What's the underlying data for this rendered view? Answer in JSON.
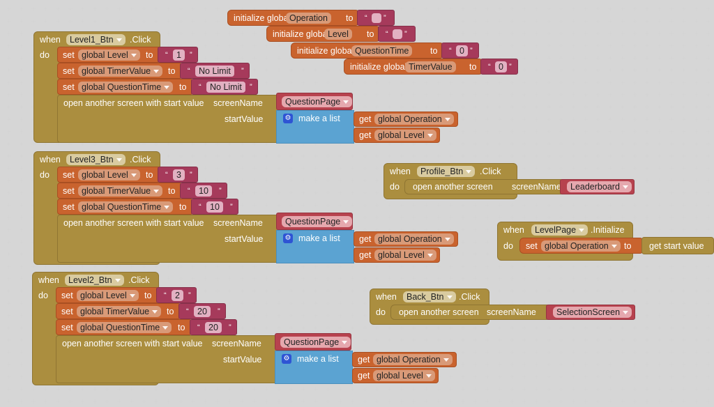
{
  "globals": [
    {
      "prefix": "initialize global",
      "name": "Operation",
      "to": "to",
      "value": ""
    },
    {
      "prefix": "initialize global",
      "name": "Level",
      "to": "to",
      "value": ""
    },
    {
      "prefix": "initialize global",
      "name": "QuestionTime",
      "to": "to",
      "value": "0"
    },
    {
      "prefix": "initialize global",
      "name": "TimerValue",
      "to": "to",
      "value": "0"
    }
  ],
  "kw": {
    "when": "when",
    "do": "do",
    "set": "set",
    "to": "to",
    "get": "get",
    "click": ".Click",
    "initialize": ".Initialize",
    "open_with_value": "open another screen with start value",
    "open": "open another screen",
    "screenName": "screenName",
    "startValue": "startValue",
    "make_list": "make a list",
    "get_start_value": "get start value",
    "quote_open": "“",
    "quote_close": "”"
  },
  "level_events": [
    {
      "component": "Level1_Btn",
      "sets": [
        {
          "var": "global Level",
          "value": "1"
        },
        {
          "var": "global TimerValue",
          "value": "No Limit"
        },
        {
          "var": "global QuestionTime",
          "value": "No Limit"
        }
      ],
      "screen": "QuestionPage",
      "list_items": [
        "global Operation",
        "global Level"
      ]
    },
    {
      "component": "Level3_Btn",
      "sets": [
        {
          "var": "global Level",
          "value": "3"
        },
        {
          "var": "global TimerValue",
          "value": "10"
        },
        {
          "var": "global QuestionTime",
          "value": "10"
        }
      ],
      "screen": "QuestionPage",
      "list_items": [
        "global Operation",
        "global Level"
      ]
    },
    {
      "component": "Level2_Btn",
      "sets": [
        {
          "var": "global Level",
          "value": "2"
        },
        {
          "var": "global TimerValue",
          "value": "20"
        },
        {
          "var": "global QuestionTime",
          "value": "20"
        }
      ],
      "screen": "QuestionPage",
      "list_items": [
        "global Operation",
        "global Level"
      ]
    }
  ],
  "profile_event": {
    "component": "Profile_Btn",
    "screen": "Leaderboard"
  },
  "init_event": {
    "component": "LevelPage",
    "var": "global Operation"
  },
  "back_event": {
    "component": "Back_Btn",
    "screen": "SelectionScreen"
  },
  "colors": {
    "event": "#ab8e3f",
    "variable": "#c9632e",
    "text": "#a63a5b",
    "screen": "#b7424e",
    "list": "#5ba3d2",
    "background": "#ffffff"
  }
}
